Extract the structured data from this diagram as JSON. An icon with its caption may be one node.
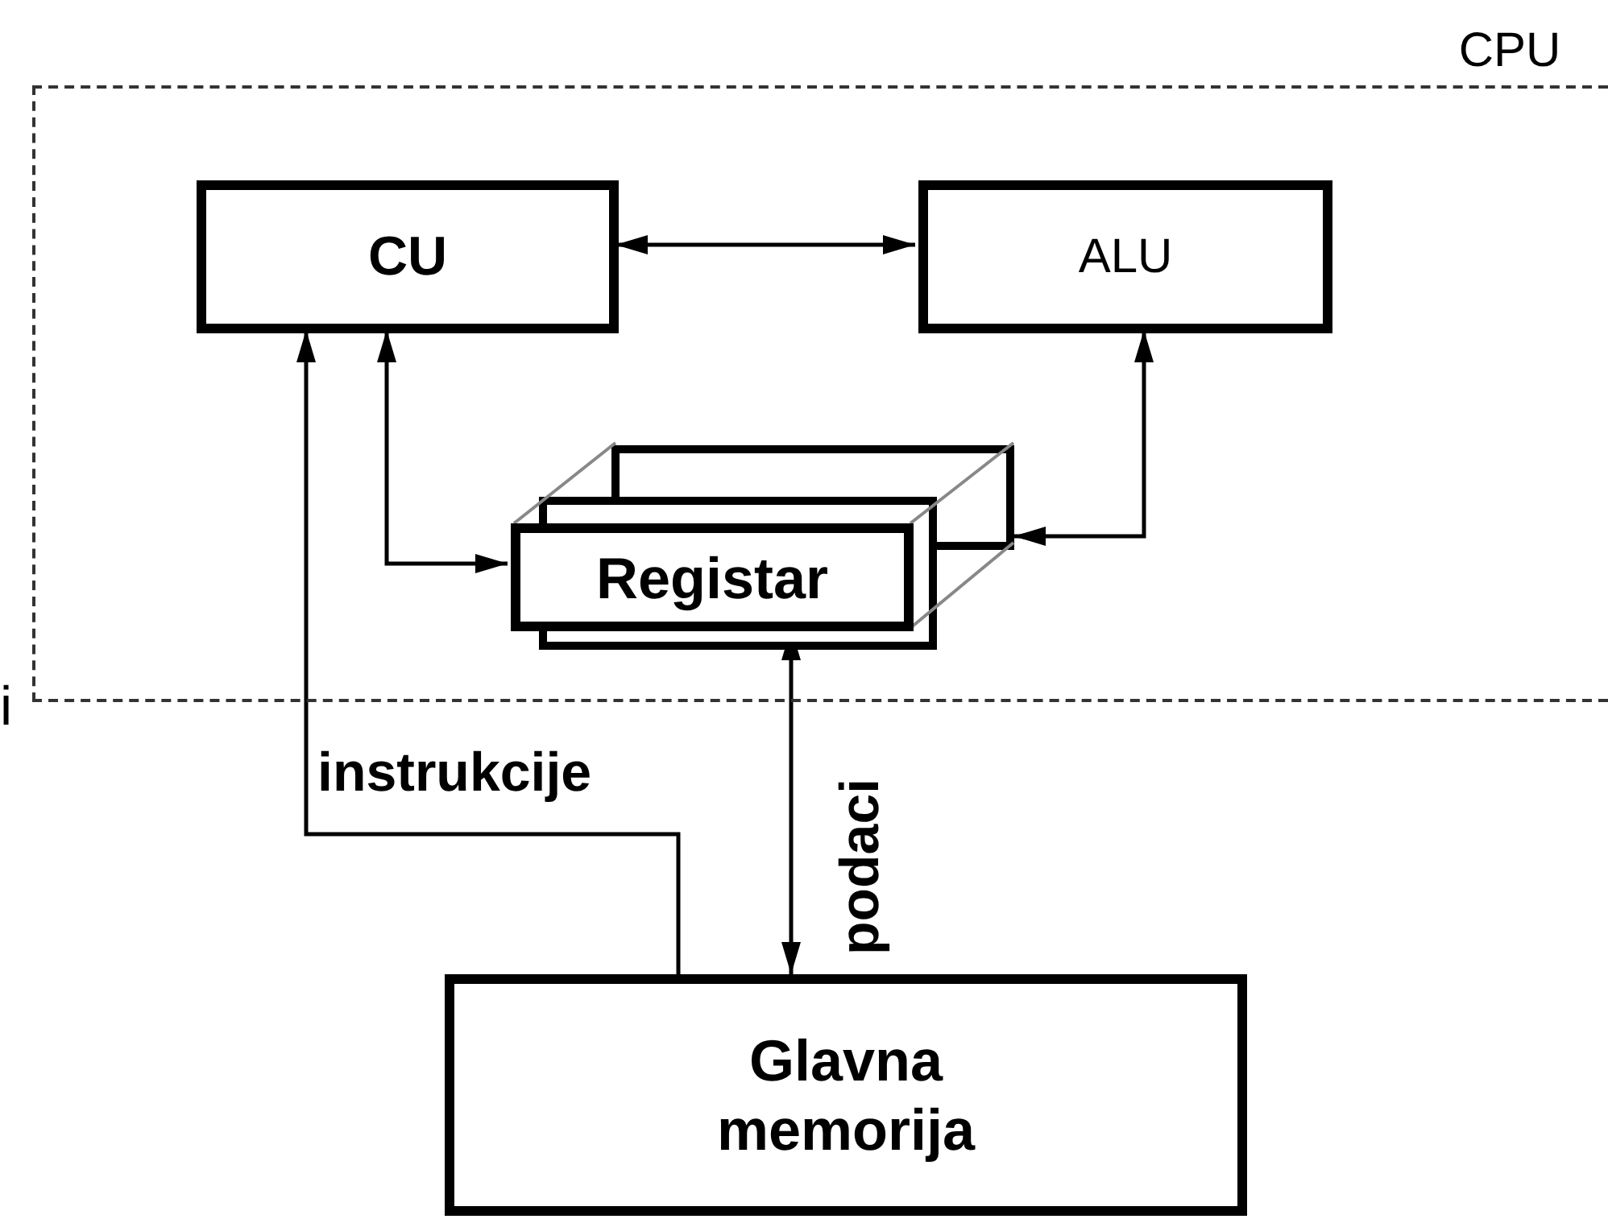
{
  "diagram": {
    "nodes": [
      {
        "text": [
          "CPU"
        ]
      },
      {
        "text": [
          "CU"
        ],
        "in": 0
      },
      {
        "text": [
          "ALU"
        ],
        "in": 0
      },
      {
        "text": [
          "Registar"
        ],
        "in": 0
      },
      {
        "text": [
          "Glavna memorija"
        ]
      }
    ],
    "edges": [
      {
        "from": 1,
        "to": 2,
        "arrow": "both"
      },
      {
        "from": 1,
        "to": 3,
        "arrow": "both"
      },
      {
        "from": 2,
        "to": 3,
        "arrow": "both"
      },
      {
        "from": 4,
        "to": 1,
        "arrow": "to",
        "label": "instrukcije"
      },
      {
        "from": 4,
        "to": 3,
        "arrow": "both",
        "label": "podaci"
      }
    ],
    "labels": [
      "i"
    ]
  }
}
